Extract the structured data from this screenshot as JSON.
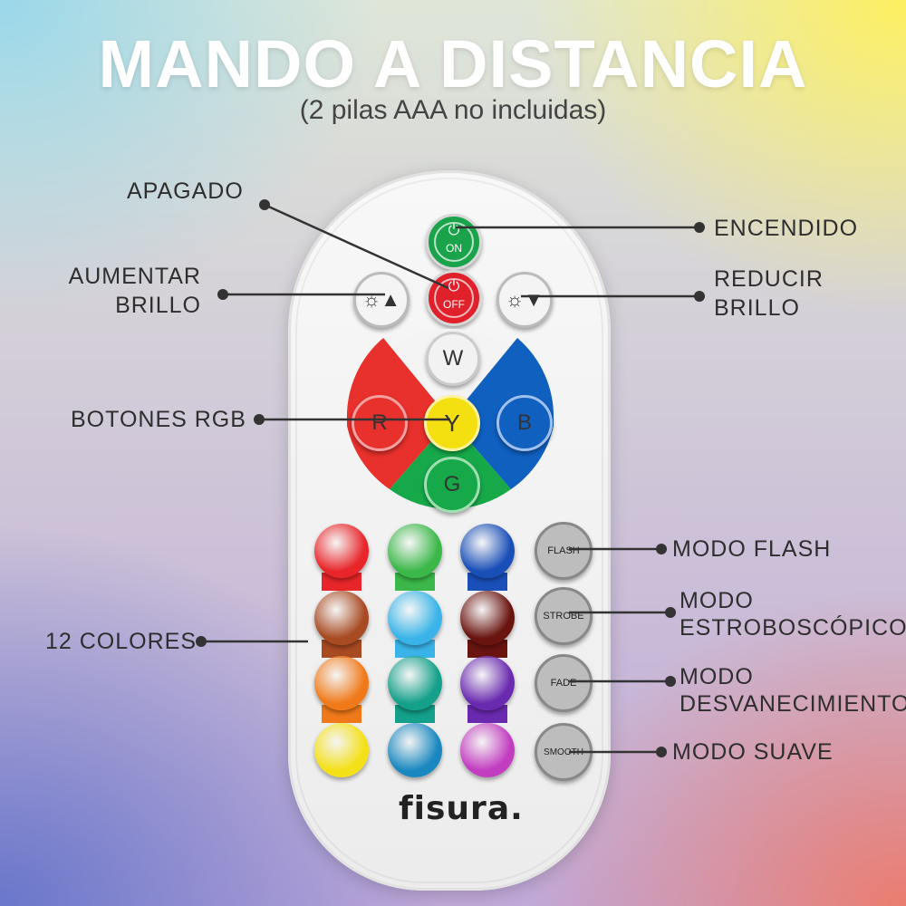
{
  "header": {
    "title": "MANDO A DISTANCIA",
    "subtitle": "(2 pilas AAA no incluidas)"
  },
  "labels": {
    "apagado": "APAGADO",
    "encendido": "ENCENDIDO",
    "aumentar_1": "AUMENTAR",
    "aumentar_2": "BRILLO",
    "reducir_1": "REDUCIR",
    "reducir_2": "BRILLO",
    "rgb": "BOTONES RGB",
    "colores": "12 COLORES",
    "flash": "MODO FLASH",
    "strobe_1": "MODO",
    "strobe_2": "ESTROBOSCÓPICO",
    "fade_1": "MODO",
    "fade_2": "DESVANECIMIENTO",
    "suave": "MODO SUAVE"
  },
  "remote": {
    "on": "ON",
    "off": "OFF",
    "w": "W",
    "r": "R",
    "y": "Y",
    "b": "B",
    "g": "G",
    "flash": "FLASH",
    "strobe": "STROBE",
    "fade": "FADE",
    "smooth": "SMOOTH",
    "brand": "fisura."
  },
  "colors": {
    "on_green": "#1aa34a",
    "off_red": "#e0202a",
    "rgb_red": "#e8302c",
    "rgb_blue": "#1060c0",
    "rgb_green": "#17a84a",
    "rgb_yellow": "#f4e010",
    "color_grid": [
      "#e8262a",
      "#3cb84a",
      "#1a4fb8",
      "#a84a22",
      "#3ab4e8",
      "#6a1410",
      "#f07a1a",
      "#14a08a",
      "#6a2ab0",
      "#f4e018",
      "#1a88c0",
      "#c23cc0"
    ]
  }
}
